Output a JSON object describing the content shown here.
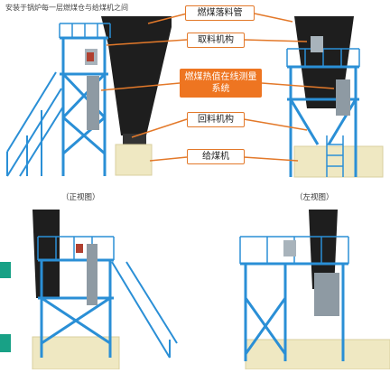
{
  "top_note": "安装于锅炉每一层燃煤仓与给煤机之间",
  "labels": {
    "coal_pipe": "燃煤落料管",
    "take_mechanism": "取料机构",
    "online_system": "燃煤热值在线测量系统",
    "return_mechanism": "回料机构",
    "feeder": "给煤机"
  },
  "captions": {
    "front_view": "（正视图）",
    "left_view": "（左视图）"
  },
  "colors": {
    "steel_blue": "#2a8fd6",
    "hopper": "#1e1e1e",
    "feeder_base": "#efe8c2",
    "label_border": "#e3792a",
    "label_highlight": "#ee7521",
    "accent_teal": "#18a186"
  }
}
